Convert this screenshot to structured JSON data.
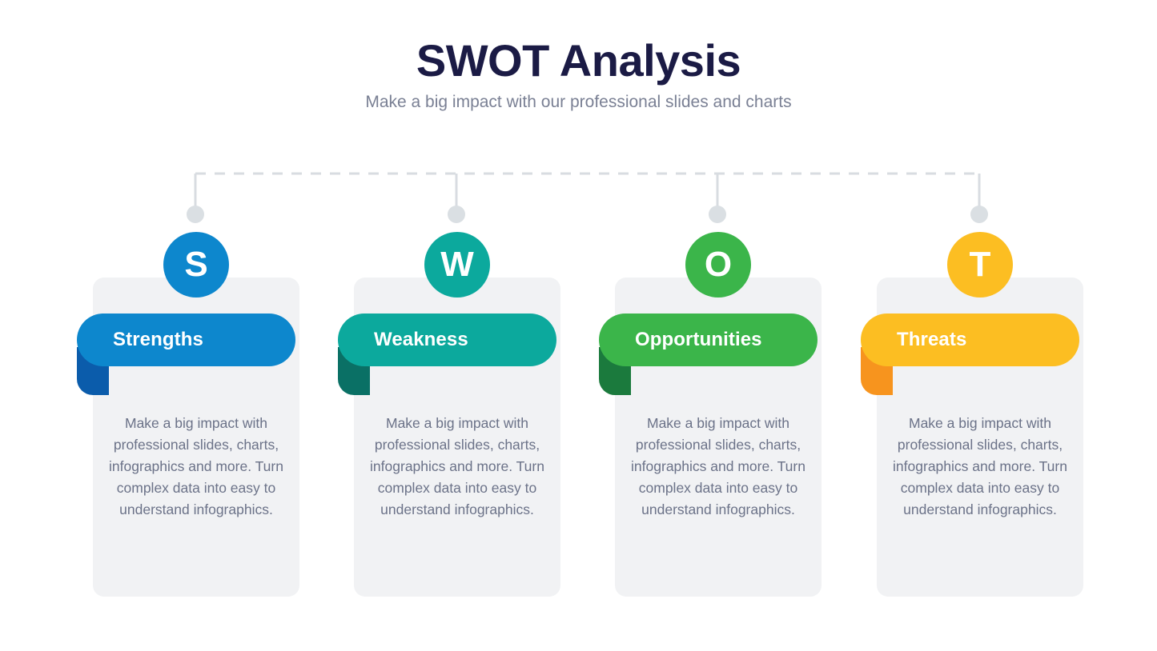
{
  "header": {
    "title": "SWOT Analysis",
    "subtitle": "Make a big impact with our professional slides and charts",
    "title_color": "#1b1b45",
    "subtitle_color": "#7a8094"
  },
  "connector": {
    "line_style": "dashed",
    "line_color": "#d8dce1",
    "dot_color": "#dadfe3",
    "dot_icon": "connector-dot-icon"
  },
  "canvas": {
    "background": "#ffffff",
    "card_background": "#f1f2f4"
  },
  "cards": [
    {
      "letter": "S",
      "title": "Strengths",
      "body": "Make a big impact with professional slides, charts, infographics and more. Turn complex data into easy to understand infographics.",
      "color": "#0d87cd",
      "fold_color": "#0b5cab"
    },
    {
      "letter": "W",
      "title": "Weakness",
      "body": "Make a big impact with professional slides, charts, infographics and more. Turn complex data into easy to understand infographics.",
      "color": "#0ca99d",
      "fold_color": "#0a7065"
    },
    {
      "letter": "O",
      "title": "Opportunities",
      "body": "Make a big impact with professional slides, charts, infographics and more. Turn complex data into easy to understand infographics.",
      "color": "#3bb54a",
      "fold_color": "#1b7a3d"
    },
    {
      "letter": "T",
      "title": "Threats",
      "body": "Make a big impact with professional slides, charts, infographics and more. Turn complex data into easy to understand infographics.",
      "color": "#fcbe22",
      "fold_color": "#f7941e"
    }
  ]
}
